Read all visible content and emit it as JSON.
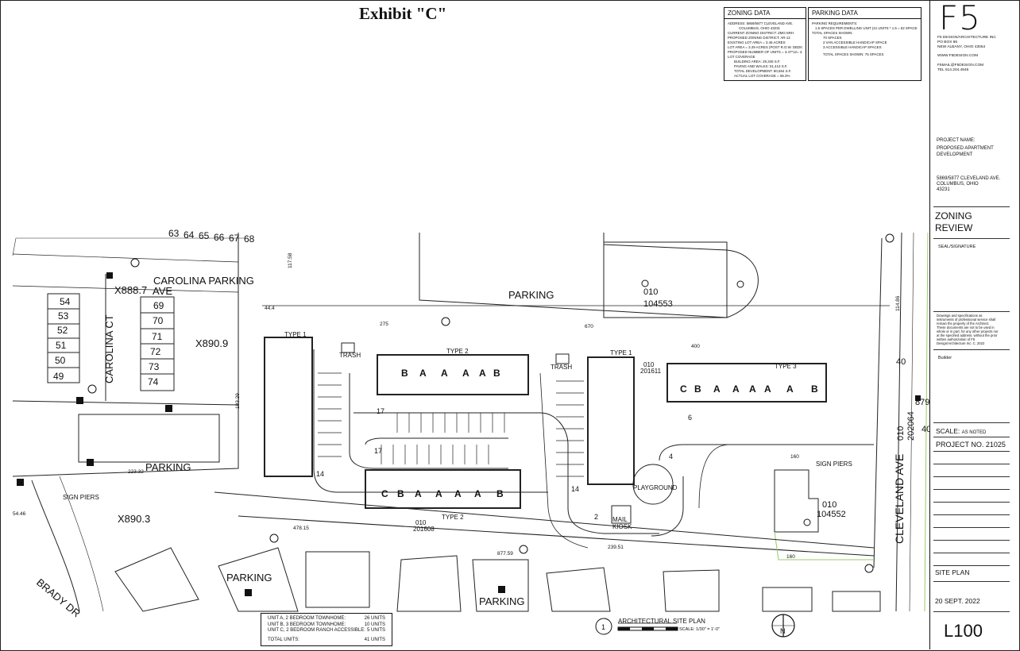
{
  "exhibit_title": "Exhibit \"C\"",
  "zoning_box": {
    "title": "ZONING DATA",
    "lines": [
      "ADDRESS: 5869/5877 CLEVELAND AVE.",
      "COLUMBUS, OHIO 43231",
      "CURRENT ZONING DISTRICT: ZMG-5RH",
      "PROPOSED ZONING DISTRICT: AR-12",
      "EXISTING LOT AREA = 3.46 ACRES",
      "LOT AREA = 3.29 ACRES (POST R.O.W. DEDICATION)",
      "PROPOSED NUMBER OF UNITS = 3.47*12= 41 UNITS",
      "LOT COVERAGE",
      "BUILDING AREA: 29,345 S.F.",
      "PAVING AND WALKS: 51,413 S.F.",
      "TOTAL DEVELOPMENT: 80,564 S.F.",
      "ACTUAL LOT COVERAGE = 55.3%"
    ]
  },
  "parking_box": {
    "title": "PARKING DATA",
    "lines": [
      "PARKING REQUIREMENTS:",
      "1.5 SPACES PER DWELLING UNIT (41 UNITS * 1.5 = 62 SPACES)",
      "TOTAL SPACES SHOWN:",
      "70 SPACES",
      "2 VAN ACCESSIBLE HANDICAP SPACE",
      "3 ACCESSIBLE HANDICAP SPACES",
      "TOTAL SPACES SHOWN: 75 SPACES"
    ]
  },
  "title_block": {
    "logo": "F5",
    "firm_lines": [
      "F5 DESIGN/ARCHITECTURE INC",
      "PO BOX 86",
      "NEW ALBANY, OHIO 43054",
      "WWW.F5DESIGN.COM",
      "F5MAIL@F5DESIGN.COM",
      "TEL 614.204.4946"
    ],
    "project_name_label": "PROJECT NAME:",
    "project_name": [
      "PROPOSED APARTMENT",
      "DEVELOPMENT"
    ],
    "project_address": [
      "5869/5877 CLEVELAND AVE.",
      "COLUMBUS, OHIO",
      "43231"
    ],
    "zoning_review": [
      "ZONING",
      "REVIEW"
    ],
    "seal_label": "SEAL/SIGNATURE",
    "disclaimer": [
      "Drawings and specifications as",
      "instruments of professional service shall",
      "remain the property of the Architect.",
      "These documents are not to be used in",
      "whole or in part, for any other projects nor",
      "at the specified address, without the prior",
      "written authorization of F5",
      "Design/Architecture Inc. C. 2022"
    ],
    "builder_label": "Builder",
    "scale_label": "SCALE:",
    "scale_value": "AS NOTED",
    "project_no": "PROJECT NO. 21025",
    "sheet_title": "SITE PLAN",
    "date": "20 SEPT. 2022",
    "sheet_number": "L100"
  },
  "unit_table": {
    "rows": [
      {
        "label": "UNIT A, 2 BEDROOM TOWNHOME:",
        "value": "26 UNITS"
      },
      {
        "label": "UNIT B, 3 BEDROOM TOWNHOME:",
        "value": "10 UNITS"
      },
      {
        "label": "UNIT C, 2 BEDROOM RANCH ACCESSIBLE:",
        "value": "5 UNITS"
      }
    ],
    "total_label": "TOTAL UNITS:",
    "total_value": "41 UNITS"
  },
  "drawing_caption": {
    "number": "1",
    "title": "ARCHITECTURAL SITE PLAN",
    "scale": "SCALE: 1/30\" = 1'-0\"",
    "north": "N"
  },
  "plan_labels": {
    "carolina_parking": "CAROLINA PARKING",
    "carolina_ave": "AVE",
    "carolina_ct": "CAROLINA CT",
    "spot_888": "X888.7",
    "spot_890_9": "X890.9",
    "spot_890_3": "X890.3",
    "parking_top": "PARKING",
    "parking_left": "PARKING",
    "parking_bottom_left": "PARKING",
    "parking_bottom_mid": "PARKING",
    "parcel_top": [
      "010",
      "104553"
    ],
    "parcel_right": [
      "010",
      "104552"
    ],
    "parcel_201611": [
      "010",
      "201611"
    ],
    "parcel_201608": [
      "010",
      "201608"
    ],
    "parcel_cleveland": [
      "010",
      "202064"
    ],
    "type1_a": "TYPE 1",
    "type2_a": "TYPE 2",
    "type1_b": "TYPE 1",
    "type3": "TYPE 3",
    "type2_b": "TYPE 2",
    "trash_a": "TRASH",
    "trash_b": "TRASH",
    "playground": "PLAYGROUND",
    "mail_kiosk": [
      "MAIL",
      "KIOSK"
    ],
    "sign_piers_left": "SIGN PIERS",
    "sign_piers_right": "SIGN PIERS",
    "cleveland_ave": "CLEVELAND AVE",
    "brady_dr": "BRADY DR",
    "lot_numbers_left": [
      "54",
      "53",
      "52",
      "51",
      "50",
      "49"
    ],
    "lot_numbers_mid": [
      "69",
      "70",
      "71",
      "72",
      "73",
      "74"
    ],
    "lot_numbers_top": [
      "63",
      "64",
      "65",
      "66",
      "67",
      "68"
    ],
    "dim_44_4": "44.4",
    "dim_670": "670",
    "dim_400": "400",
    "dim_275": "275",
    "dim_223_32": "223.32",
    "dim_478_15": "478.15",
    "dim_877_59": "877.59",
    "dim_239_51": "239.51",
    "dim_160_a": "160",
    "dim_160_b": "160",
    "dim_17_a": "17",
    "dim_17_b": "17",
    "dim_14_a": "14",
    "dim_14_b": "14",
    "dim_6": "6",
    "dim_4": "4",
    "dim_2": "2",
    "dim_40_a": "40",
    "dim_40_b": "40",
    "dim_879": "879",
    "dim_117_58": "117.58",
    "dim_114_86": "114.86",
    "dim_183_29": "183.29",
    "dim_54_46": "54.46",
    "unit_letters_type3": [
      "C",
      "B",
      "A",
      "A",
      "A",
      "A",
      "A",
      "B"
    ],
    "unit_letters_type2a": [
      "B",
      "A",
      "A",
      "A",
      "A",
      "B"
    ],
    "unit_letters_type2b": [
      "C",
      "B",
      "A",
      "A",
      "A",
      "A",
      "B"
    ]
  }
}
